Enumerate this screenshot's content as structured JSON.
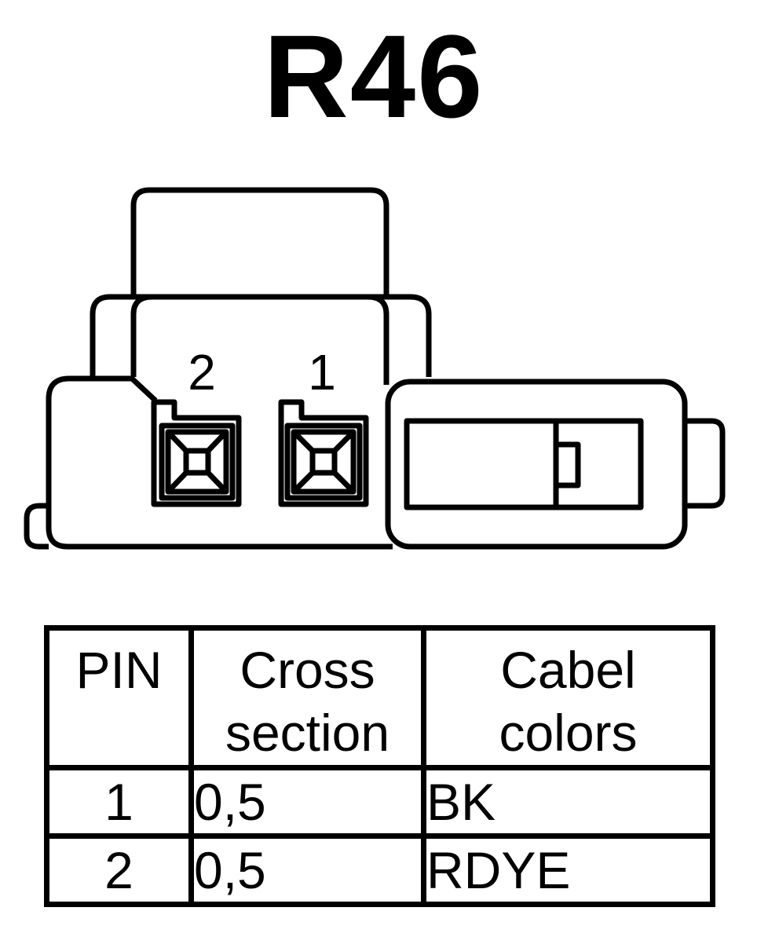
{
  "title": "R46",
  "connector": {
    "pin_labels": [
      "2",
      "1"
    ]
  },
  "table": {
    "headers": [
      [
        "PIN"
      ],
      [
        "Cross",
        "section"
      ],
      [
        "Cabel",
        "colors"
      ]
    ],
    "rows": [
      {
        "pin": "1",
        "cross_section": "0,5",
        "color": "BK"
      },
      {
        "pin": "2",
        "cross_section": "0,5",
        "color": "RDYE"
      }
    ]
  }
}
